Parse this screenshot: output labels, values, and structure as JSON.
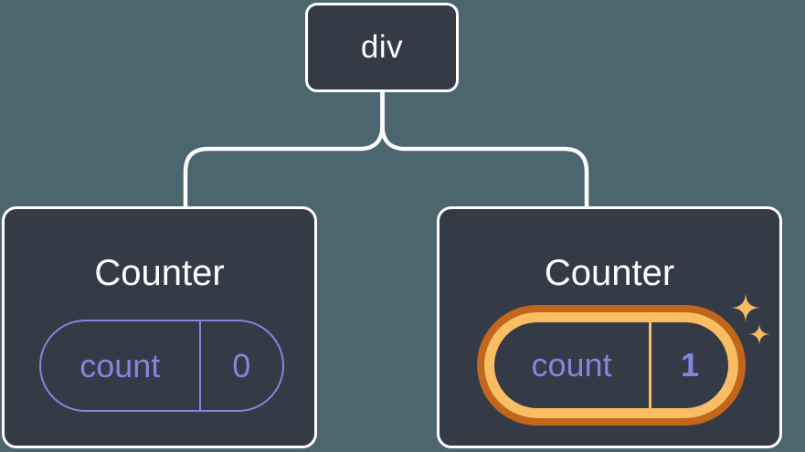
{
  "diagram": {
    "description": "React component tree: a div root with two Counter children; the second Counter's state pill is highlighted with sparkles indicating an updated state value",
    "root": {
      "label": "div"
    },
    "children": [
      {
        "title": "Counter",
        "state": {
          "key": "count",
          "value": "0"
        },
        "highlighted": false
      },
      {
        "title": "Counter",
        "state": {
          "key": "count",
          "value": "1"
        },
        "highlighted": true
      }
    ]
  },
  "icons": {
    "sparkles": "four-point-star sparkles marking updated state"
  },
  "colors": {
    "background": "#4c6670",
    "node_fill": "#343b46",
    "node_border": "#ffffff",
    "connector": "#ffffff",
    "state_accent": "#7f87de",
    "highlight_ring_outer": "#c2661b",
    "highlight_ring_inner": "#fbbd64",
    "sparkle": "#f9bc62",
    "title_text": "#ffffff"
  }
}
